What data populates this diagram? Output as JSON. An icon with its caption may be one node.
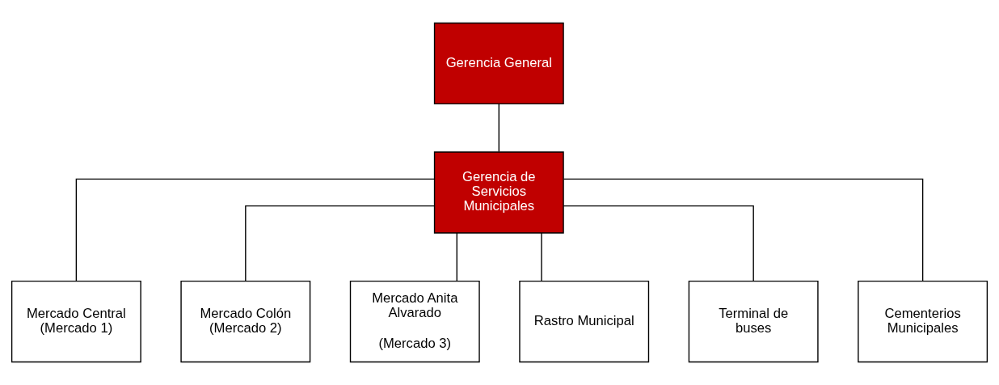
{
  "diagram": {
    "nodes": [
      {
        "text": [
          "Gerencia General"
        ]
      },
      {
        "text": [
          "Gerencia de Servicios Municipales"
        ]
      },
      {
        "text": [
          "Mercado Central (Mercado 1)"
        ]
      },
      {
        "text": [
          "Mercado Colón (Mercado 2)"
        ]
      },
      {
        "text": [
          "Mercado Anita Alvarado",
          "(Mercado 3)"
        ]
      },
      {
        "text": [
          "Rastro Municipal"
        ]
      },
      {
        "text": [
          "Terminal de buses"
        ]
      },
      {
        "text": [
          "Cementerios Municipales"
        ]
      }
    ],
    "edges": [
      {
        "from": 0,
        "to": 1,
        "arrow": "none"
      },
      {
        "from": 1,
        "to": 2,
        "arrow": "none"
      },
      {
        "from": 1,
        "to": 3,
        "arrow": "none"
      },
      {
        "from": 1,
        "to": 4,
        "arrow": "none"
      },
      {
        "from": 1,
        "to": 5,
        "arrow": "none"
      },
      {
        "from": 1,
        "to": 6,
        "arrow": "none"
      },
      {
        "from": 1,
        "to": 7,
        "arrow": "none"
      }
    ]
  }
}
